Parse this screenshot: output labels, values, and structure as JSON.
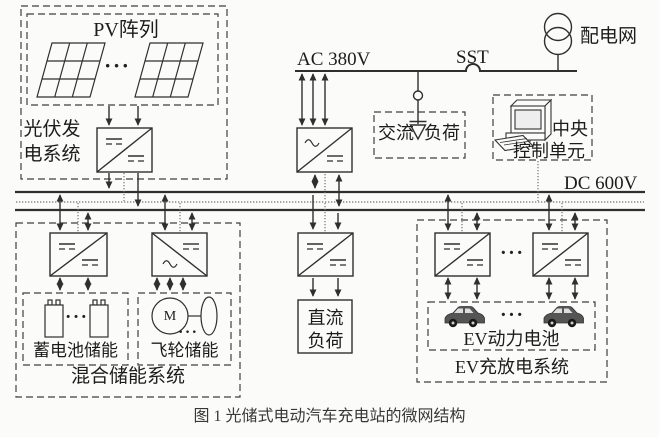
{
  "labels": {
    "pv_array": "PV阵列",
    "pv_system_l1": "光伏发",
    "pv_system_l2": "电系统",
    "ac_bus": "AC 380V",
    "sst": "SST",
    "grid": "配电网",
    "ac_load_left": "交流",
    "ac_load_right": "负荷",
    "ccu_l1": "中央",
    "ccu_l2": "控制单元",
    "dc_bus": "DC 600V",
    "battery_storage": "蓄电池储能",
    "flywheel_storage": "飞轮储能",
    "hybrid_system": "混合储能系统",
    "dc_load_l1": "直流",
    "dc_load_l2": "负荷",
    "ev_battery": "EV动力电池",
    "ev_system": "EV充放电系统",
    "motor": "M",
    "dots": "···",
    "caption": "图 1 光储式电动汽车充电站的微网结构"
  },
  "colors": {
    "line": "#2f2f2f",
    "dashed_box": "#3f3f3f",
    "dotted_signal": "#6f6f6f",
    "text": "#1c1c1c"
  }
}
